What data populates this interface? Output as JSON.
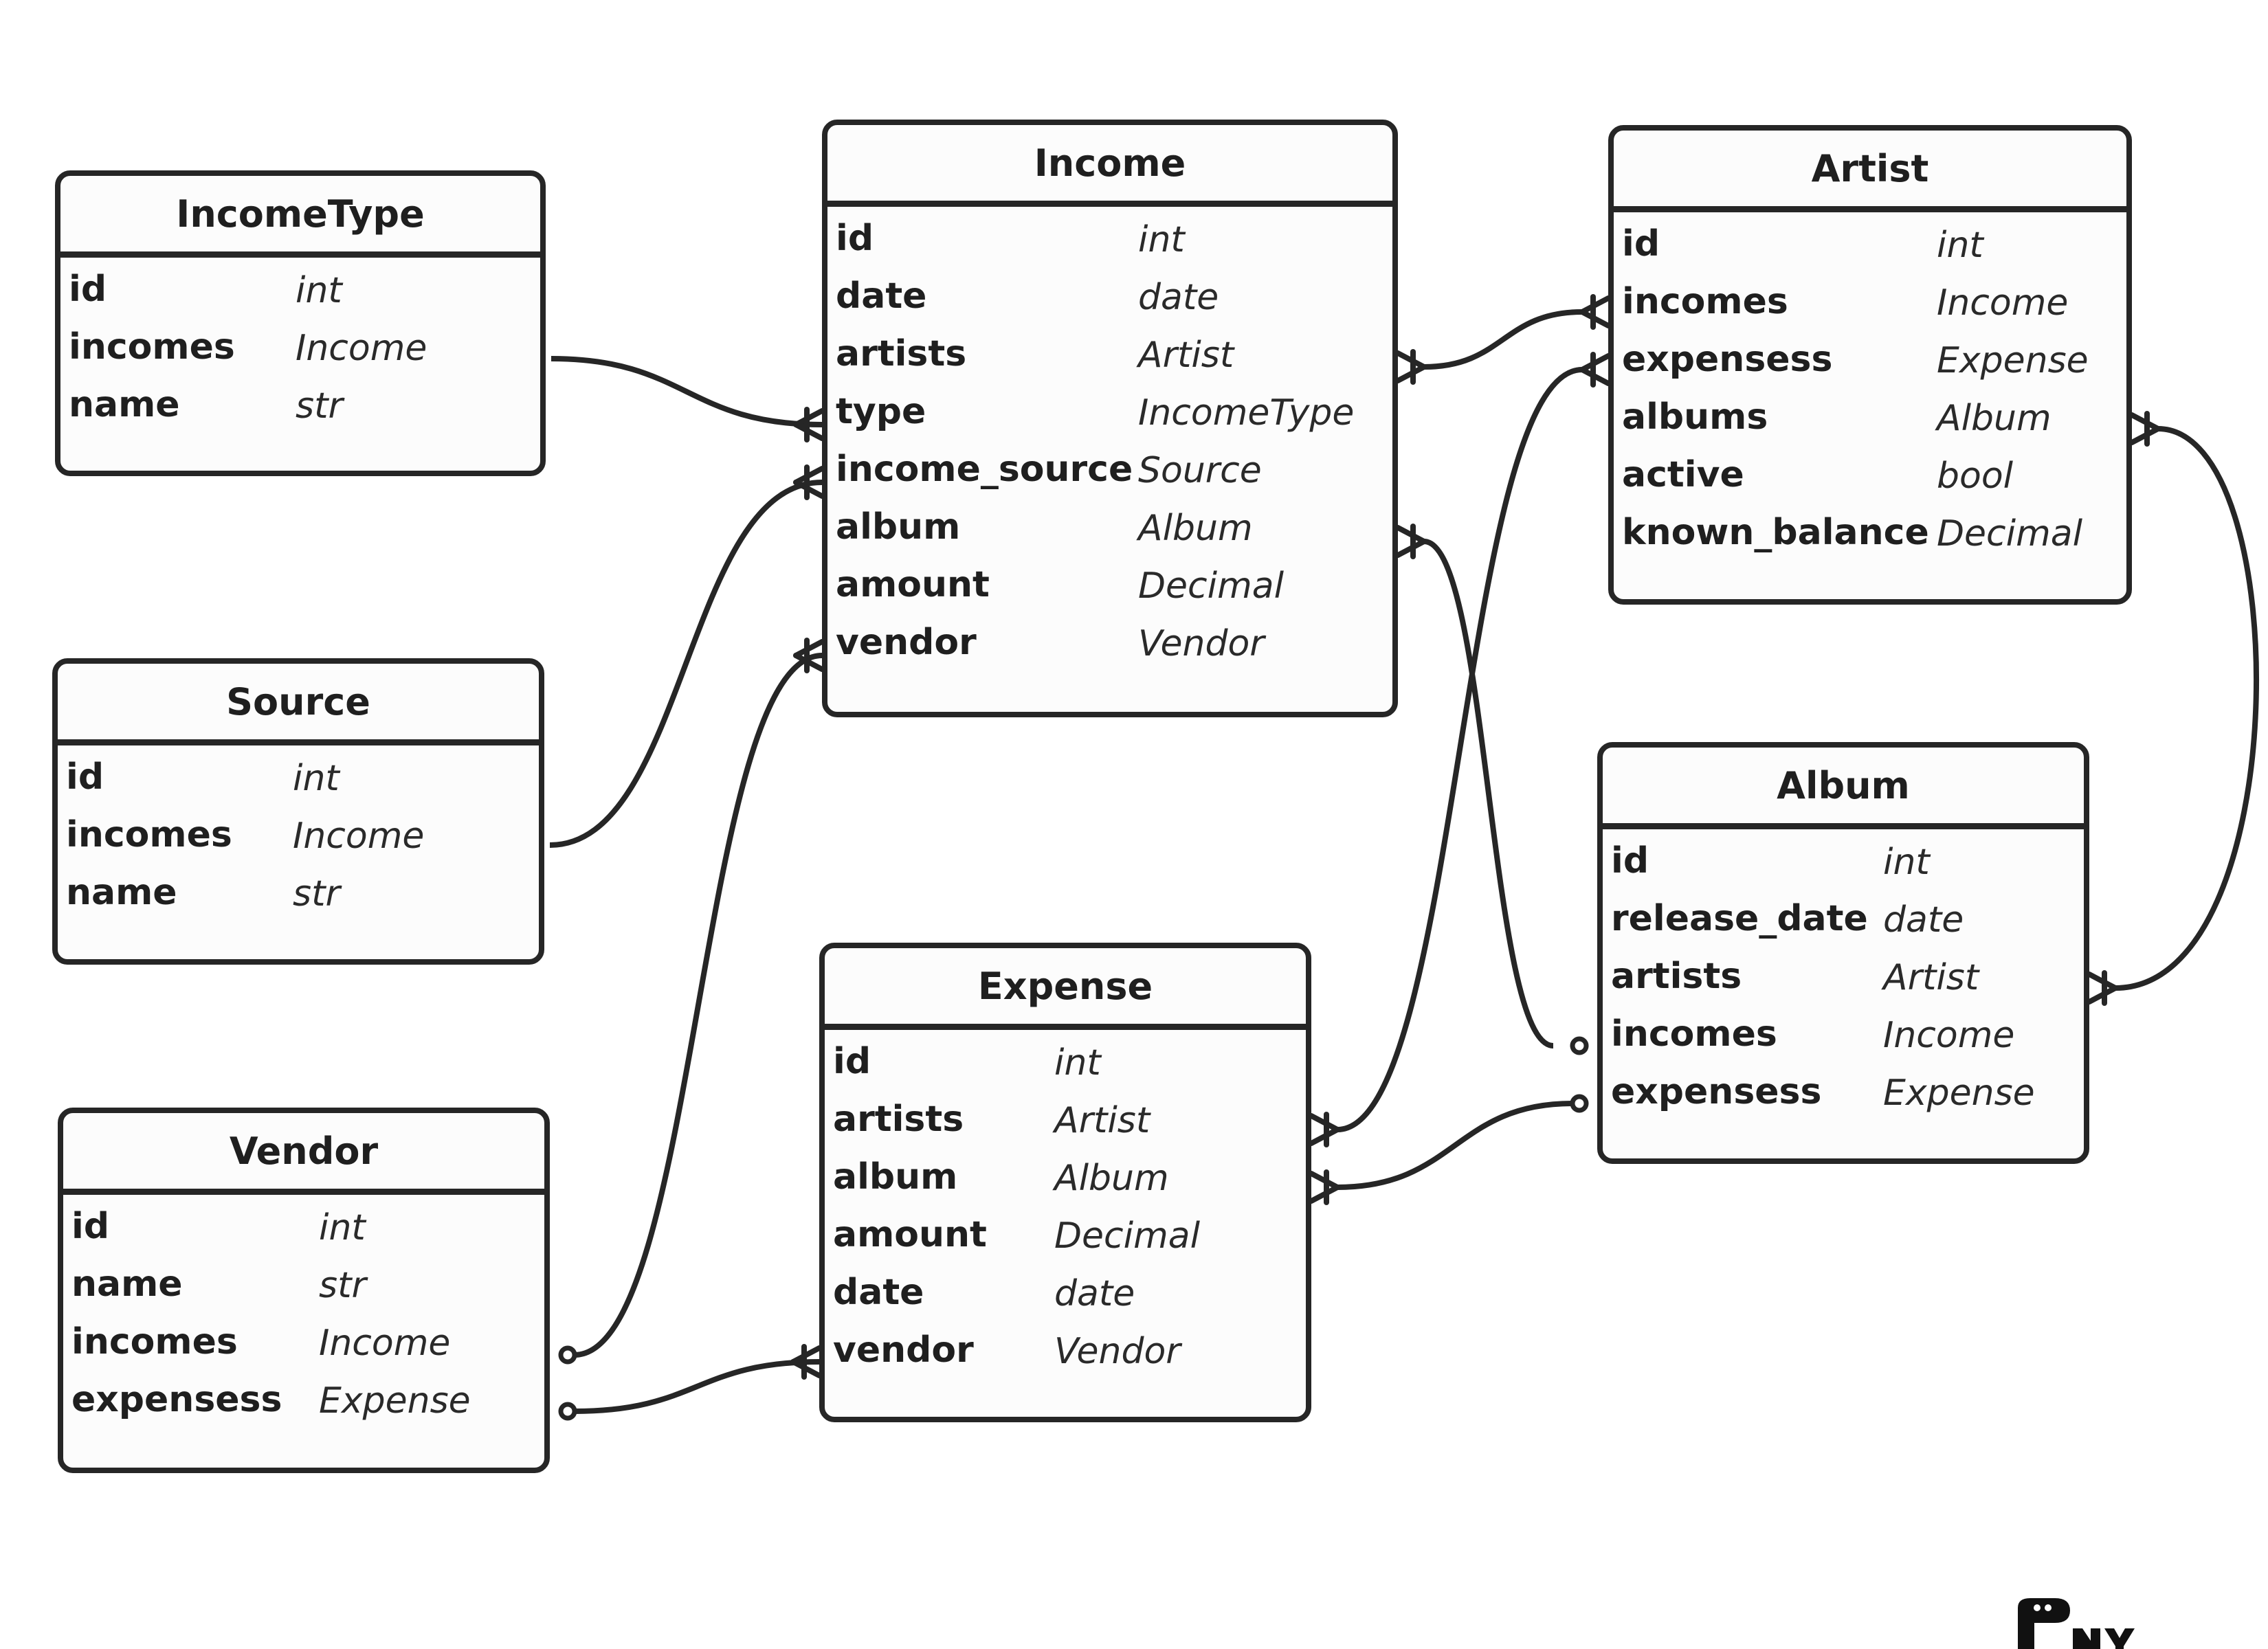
{
  "diagram": {
    "entities": [
      {
        "id": "IncomeType",
        "title": "IncomeType",
        "fields": [
          {
            "name": "id",
            "type": "int"
          },
          {
            "name": "incomes",
            "type": "Income"
          },
          {
            "name": "name",
            "type": "str"
          }
        ]
      },
      {
        "id": "Source",
        "title": "Source",
        "fields": [
          {
            "name": "id",
            "type": "int"
          },
          {
            "name": "incomes",
            "type": "Income"
          },
          {
            "name": "name",
            "type": "str"
          }
        ]
      },
      {
        "id": "Vendor",
        "title": "Vendor",
        "fields": [
          {
            "name": "id",
            "type": "int"
          },
          {
            "name": "name",
            "type": "str"
          },
          {
            "name": "incomes",
            "type": "Income"
          },
          {
            "name": "expensess",
            "type": "Expense"
          }
        ]
      },
      {
        "id": "Income",
        "title": "Income",
        "fields": [
          {
            "name": "id",
            "type": "int"
          },
          {
            "name": "date",
            "type": "date"
          },
          {
            "name": "artists",
            "type": "Artist"
          },
          {
            "name": "type",
            "type": "IncomeType"
          },
          {
            "name": "income_source",
            "type": "Source"
          },
          {
            "name": "album",
            "type": "Album"
          },
          {
            "name": "amount",
            "type": "Decimal"
          },
          {
            "name": "vendor",
            "type": "Vendor"
          }
        ]
      },
      {
        "id": "Expense",
        "title": "Expense",
        "fields": [
          {
            "name": "id",
            "type": "int"
          },
          {
            "name": "artists",
            "type": "Artist"
          },
          {
            "name": "album",
            "type": "Album"
          },
          {
            "name": "amount",
            "type": "Decimal"
          },
          {
            "name": "date",
            "type": "date"
          },
          {
            "name": "vendor",
            "type": "Vendor"
          }
        ]
      },
      {
        "id": "Artist",
        "title": "Artist",
        "fields": [
          {
            "name": "id",
            "type": "int"
          },
          {
            "name": "incomes",
            "type": "Income"
          },
          {
            "name": "expensess",
            "type": "Expense"
          },
          {
            "name": "albums",
            "type": "Album"
          },
          {
            "name": "active",
            "type": "bool"
          },
          {
            "name": "known_balance",
            "type": "Decimal"
          }
        ]
      },
      {
        "id": "Album",
        "title": "Album",
        "fields": [
          {
            "name": "id",
            "type": "int"
          },
          {
            "name": "release_date",
            "type": "date"
          },
          {
            "name": "artists",
            "type": "Artist"
          },
          {
            "name": "incomes",
            "type": "Income"
          },
          {
            "name": "expensess",
            "type": "Expense"
          }
        ]
      }
    ],
    "relationships": [
      {
        "from": "IncomeType",
        "from_field": "incomes",
        "from_end": "one",
        "to": "Income",
        "to_field": "type",
        "to_end": "many"
      },
      {
        "from": "Source",
        "from_field": "incomes",
        "from_end": "one",
        "to": "Income",
        "to_field": "income_source",
        "to_end": "many"
      },
      {
        "from": "Vendor",
        "from_field": "incomes",
        "from_end": "optional",
        "to": "Income",
        "to_field": "vendor",
        "to_end": "many"
      },
      {
        "from": "Vendor",
        "from_field": "expensess",
        "from_end": "optional",
        "to": "Expense",
        "to_field": "vendor",
        "to_end": "many"
      },
      {
        "from": "Income",
        "from_field": "artists",
        "from_end": "many",
        "to": "Artist",
        "to_field": "incomes",
        "to_end": "many"
      },
      {
        "from": "Income",
        "from_field": "album",
        "from_end": "many",
        "to": "Album",
        "to_field": "incomes",
        "to_end": "optional"
      },
      {
        "from": "Expense",
        "from_field": "artists",
        "from_end": "many",
        "to": "Artist",
        "to_field": "expensess",
        "to_end": "many"
      },
      {
        "from": "Expense",
        "from_field": "album",
        "from_end": "many",
        "to": "Album",
        "to_field": "expensess",
        "to_end": "optional"
      },
      {
        "from": "Artist",
        "from_field": "albums",
        "from_end": "many",
        "to": "Album",
        "to_field": "artists",
        "to_end": "many"
      }
    ]
  },
  "branding": {
    "logo_text": "PONY"
  }
}
